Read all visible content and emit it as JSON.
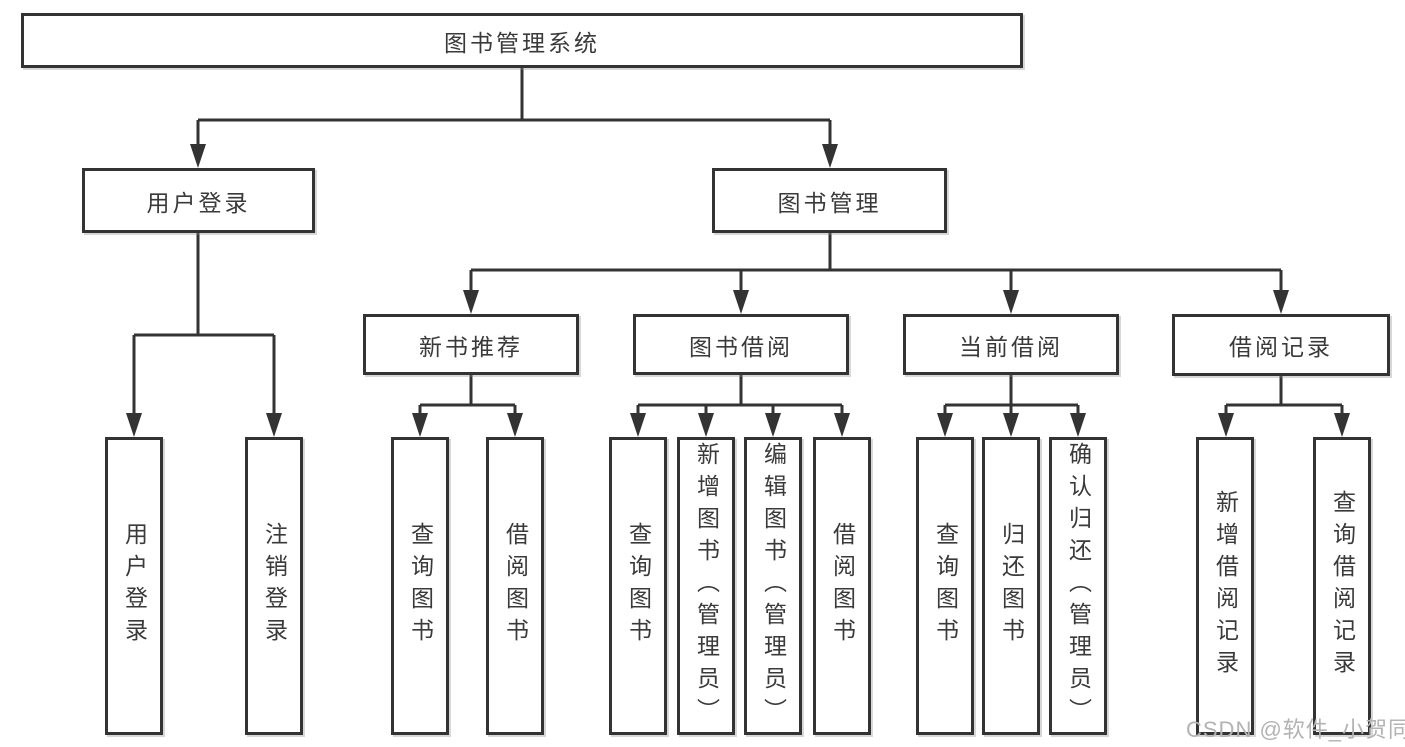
{
  "diagram": {
    "root": {
      "label": "图书管理系统",
      "children": [
        {
          "label": "用户登录",
          "children": [
            {
              "label": "用户登录"
            },
            {
              "label": "注销登录"
            }
          ]
        },
        {
          "label": "图书管理",
          "children": [
            {
              "label": "新书推荐",
              "children": [
                {
                  "label": "查询图书"
                },
                {
                  "label": "借阅图书"
                }
              ]
            },
            {
              "label": "图书借阅",
              "children": [
                {
                  "label": "查询图书"
                },
                {
                  "label": "新增图书（管理员）"
                },
                {
                  "label": "编辑图书（管理员）"
                },
                {
                  "label": "借阅图书"
                }
              ]
            },
            {
              "label": "当前借阅",
              "children": [
                {
                  "label": "查询图书"
                },
                {
                  "label": "归还图书"
                },
                {
                  "label": "确认归还（管理员）"
                }
              ]
            },
            {
              "label": "借阅记录",
              "children": [
                {
                  "label": "新增借阅记录"
                },
                {
                  "label": "查询借阅记录"
                }
              ]
            }
          ]
        }
      ]
    },
    "line_color": "#333333",
    "text_color": "#3a3a3a"
  },
  "watermark": {
    "text": "CSDN @软件_小贺同学"
  }
}
